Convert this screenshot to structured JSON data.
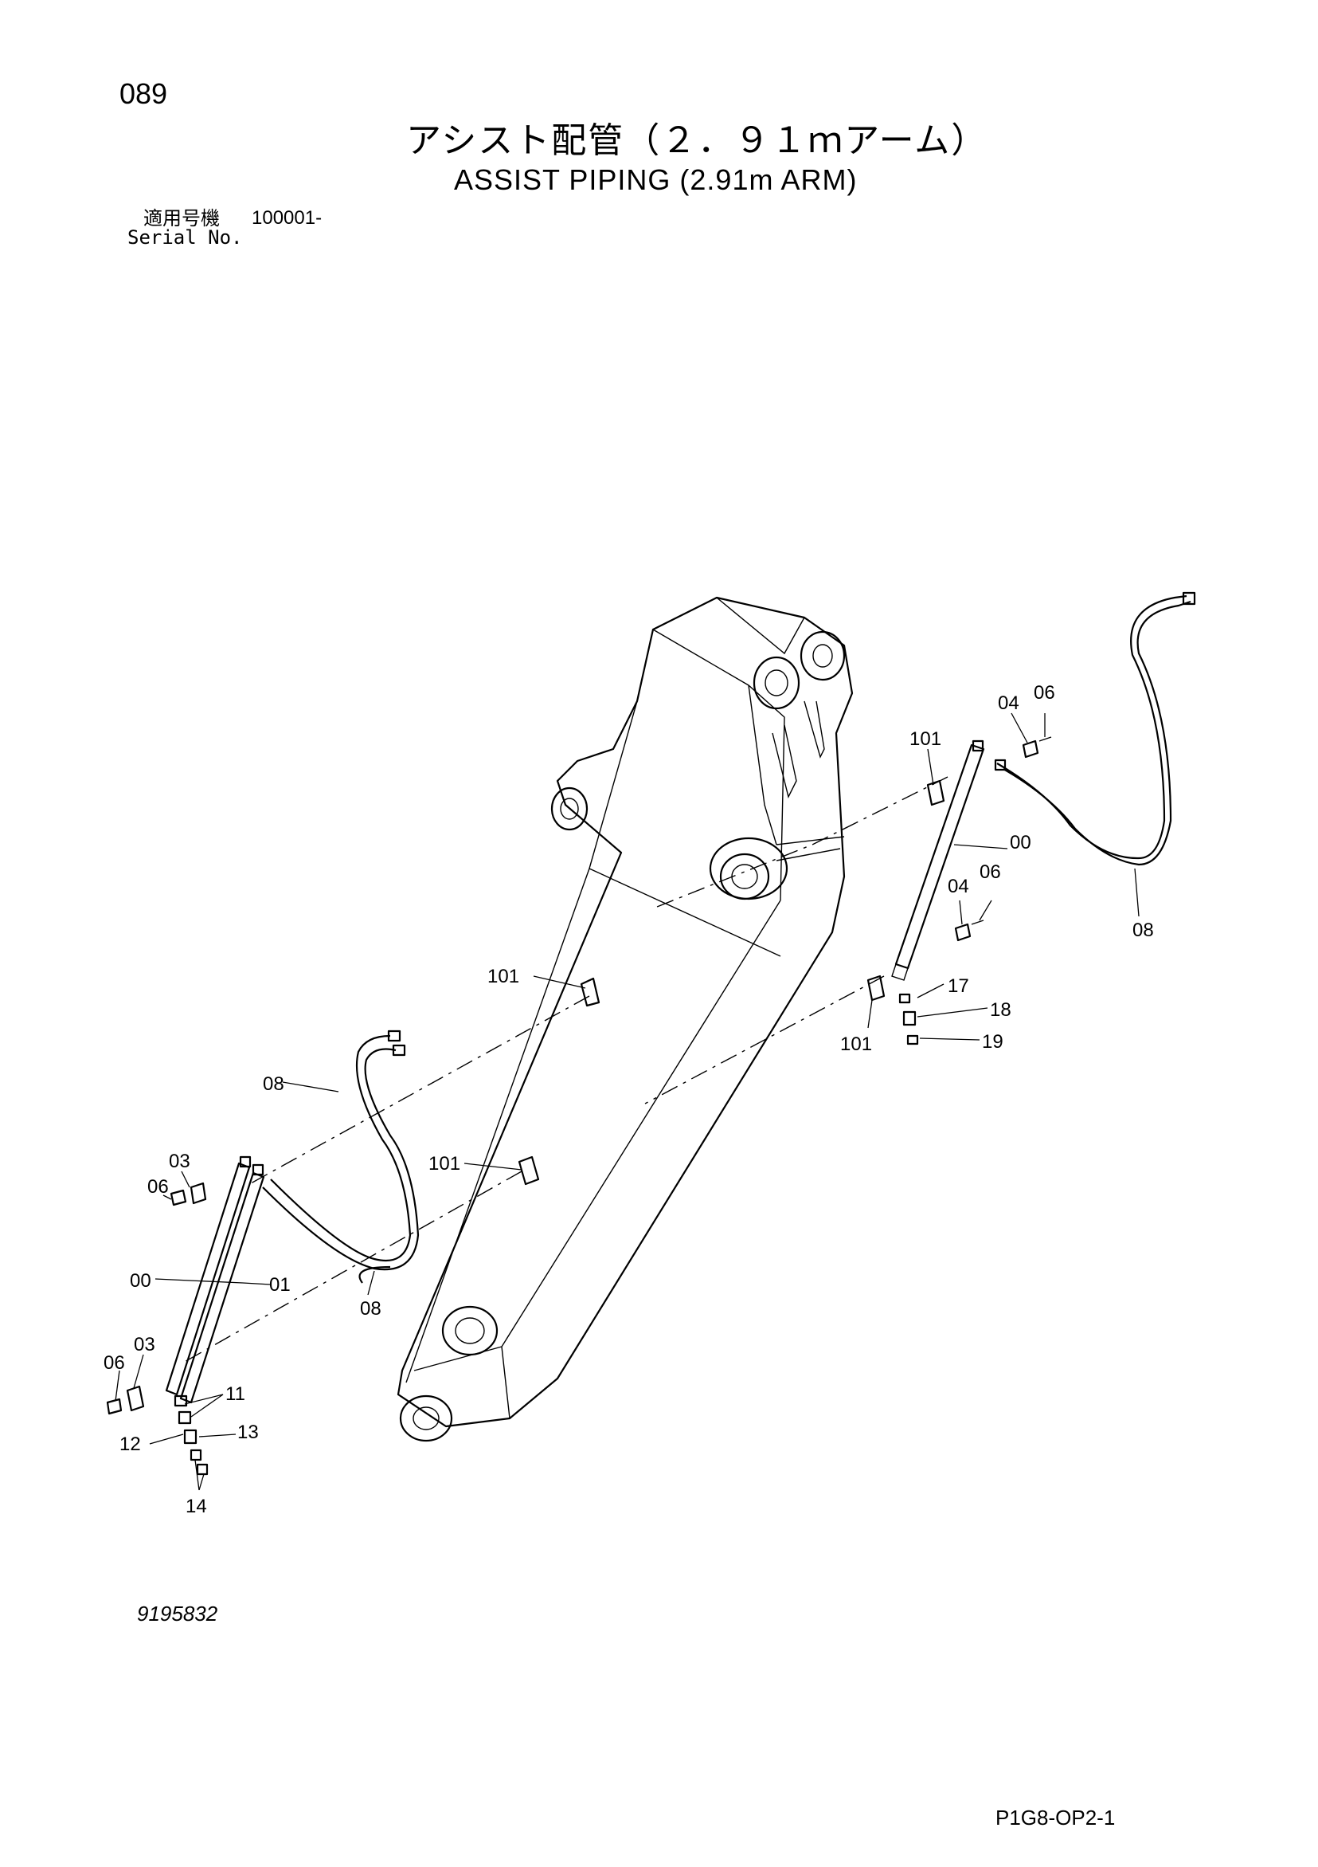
{
  "header": {
    "page_number": "089",
    "title_ja": "アシスト配管（２．９１ｍアーム）",
    "title_en": "ASSIST PIPING (2.91m ARM)",
    "serial_label_ja": "適用号機",
    "serial_value": "100001-",
    "serial_label_en": "Serial No."
  },
  "callouts": {
    "c04a": "04",
    "c06a": "06",
    "c101a": "101",
    "c00a": "00",
    "c08a": "08",
    "c04b": "04",
    "c06b": "06",
    "c101b": "101",
    "c17": "17",
    "c18": "18",
    "c19": "19",
    "c101c": "101",
    "c101d": "101",
    "c08b": "08",
    "c03a": "03",
    "c06c": "06",
    "c00b": "00",
    "c01": "01",
    "c08c": "08",
    "c03b": "03",
    "c06d": "06",
    "c11": "11",
    "c12": "12",
    "c13": "13",
    "c14": "14"
  },
  "footer": {
    "drawing_number": "9195832",
    "sheet_code": "P1G8-OP2-1"
  }
}
